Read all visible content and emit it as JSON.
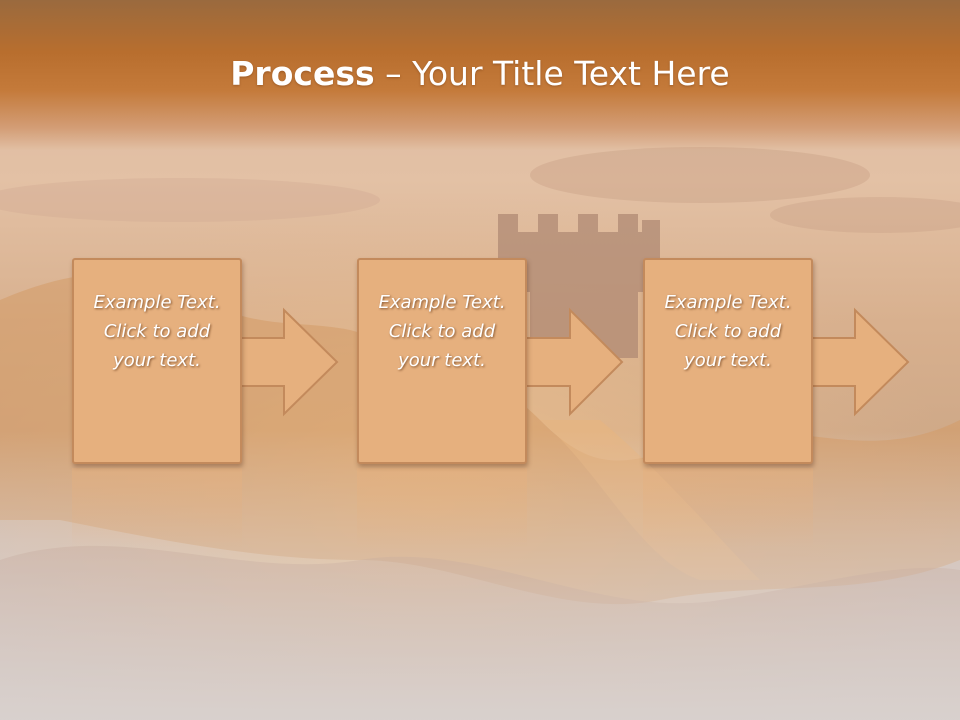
{
  "slide": {
    "title_bold": "Process",
    "title_rest": " – Your Title Text Here"
  },
  "steps": [
    {
      "text": "Example Text.\nClick  to add\nyour text."
    },
    {
      "text": "Example Text.\nClick  to add\nyour text."
    },
    {
      "text": "Example Text.\nClick  to add\nyour text."
    }
  ],
  "colors": {
    "banner": "#c47a3a",
    "box_fill": "#e6b07e",
    "box_border": "#c38a5c",
    "text": "#ffffff"
  }
}
